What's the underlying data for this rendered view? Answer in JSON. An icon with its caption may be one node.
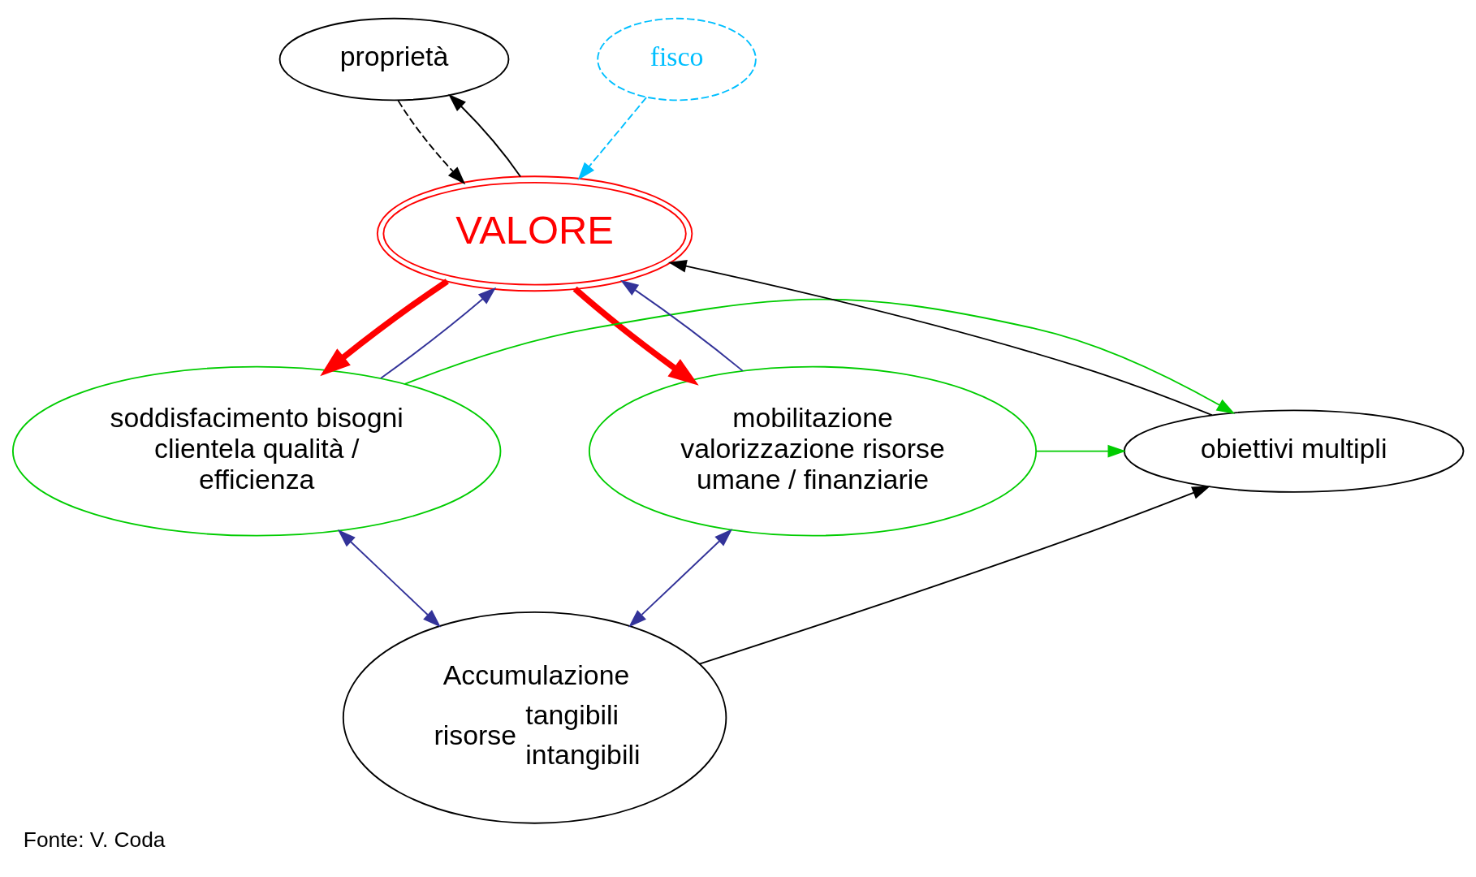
{
  "diagram": {
    "caption": "Fonte: V. Coda",
    "nodes": [
      {
        "text": [
          "proprietà"
        ]
      },
      {
        "text": [
          "fisco"
        ]
      },
      {
        "text": [
          "VALORE"
        ]
      },
      {
        "text": [
          "soddisfacimento bisogni clientela qualità / efficienza"
        ]
      },
      {
        "text": [
          "obiettivi multipli"
        ]
      },
      {
        "text": [
          "mobilitazione valorizzazione risorse umane / finanziarie"
        ]
      },
      {
        "text": [
          "Accumulazione",
          "risorse",
          "tangibili",
          "intangibili"
        ]
      }
    ],
    "edges": [
      {
        "from": 0,
        "to": 2,
        "arrow": "to",
        "style": "dashed"
      },
      {
        "from": 2,
        "to": 0,
        "arrow": "to"
      },
      {
        "from": 1,
        "to": 2,
        "arrow": "to",
        "style": "dashed",
        "color": "#00bfff"
      },
      {
        "from": 3,
        "to": 2,
        "arrow": "to",
        "color": "#333399"
      },
      {
        "from": 5,
        "to": 2,
        "arrow": "to",
        "color": "#333399"
      },
      {
        "from": 2,
        "to": 3,
        "arrow": "to",
        "style": "thick",
        "color": "#ff0000"
      },
      {
        "from": 2,
        "to": 5,
        "arrow": "to",
        "style": "thick",
        "color": "#ff0000"
      },
      {
        "from": 4,
        "to": 2,
        "arrow": "to"
      },
      {
        "from": 3,
        "to": 4,
        "arrow": "to",
        "color": "#00cc00"
      },
      {
        "from": 5,
        "to": 4,
        "arrow": "to",
        "color": "#00cc00"
      },
      {
        "from": 6,
        "to": 4,
        "arrow": "to"
      },
      {
        "from": 6,
        "to": 3,
        "arrow": "both",
        "color": "#333399"
      },
      {
        "from": 6,
        "to": 5,
        "arrow": "both",
        "color": "#333399"
      }
    ]
  }
}
